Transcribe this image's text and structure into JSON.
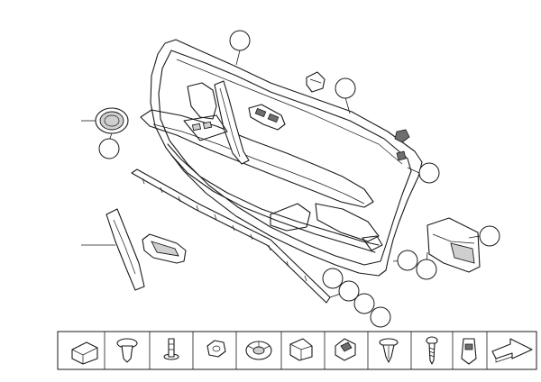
{
  "diagram": {
    "callouts": [
      "",
      "",
      "",
      "",
      "",
      "",
      "",
      "",
      "",
      "",
      "",
      ""
    ],
    "parts": [
      "door-trim-panel",
      "window-switch-bracket",
      "tweeter-speaker-grille",
      "door-sealing-strip",
      "armrest-grip-cover",
      "inner-door-handle",
      "clip",
      "support-bracket"
    ],
    "fastener_strip": [
      "foam-pad-icon",
      "expanding-rivet-icon",
      "push-pin-icon",
      "hex-nut-icon",
      "round-clip-icon",
      "bracket-clip-icon",
      "square-clip-icon",
      "spreading-rivet-icon",
      "screw-icon",
      "clip-nut-icon",
      "next-page-arrow-icon"
    ]
  }
}
